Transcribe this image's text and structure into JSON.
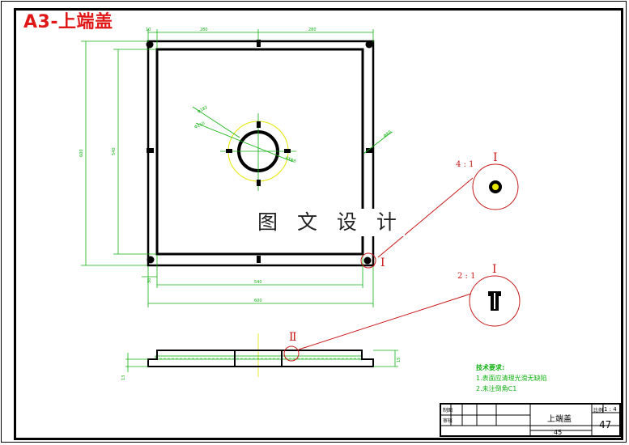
{
  "sheet": {
    "title": "A3-上端盖",
    "watermark": "图 文 设 计"
  },
  "dimensions": {
    "top_left": "10",
    "top_mid1": "280",
    "top_mid2": "280",
    "left_outer": "600",
    "left_inner": "540",
    "bottom_inner": "540",
    "bottom_outer": "600",
    "bottom_left": "30",
    "dia_1": "Φ182",
    "dia_2": "Φ150",
    "dia_3": "4XΦ8",
    "hole_label": "Φ8孔",
    "section_left": "13",
    "section_right": "15"
  },
  "details": {
    "detail1_scale": "4 : 1",
    "detail1_mark": "I",
    "detail2_scale": "2 : 1",
    "detail2_mark": "I",
    "callout_top": "I",
    "callout_section": "Ⅱ"
  },
  "notes": {
    "heading": "技术要求:",
    "line1": "1.表面应清理光滑无缺陷",
    "line2": "2.未注倒角C1"
  },
  "title_block": {
    "row1_label": "制图",
    "row2_label": "审核",
    "part_name": "上端盖",
    "scale_label": "比例",
    "scale_value": "1 : 4",
    "material": "45",
    "sheet_number": "47"
  },
  "colors": {
    "outline": "#000000",
    "dimension": "#10b010",
    "callout": "#c81818",
    "centerline": "#e6e600"
  }
}
